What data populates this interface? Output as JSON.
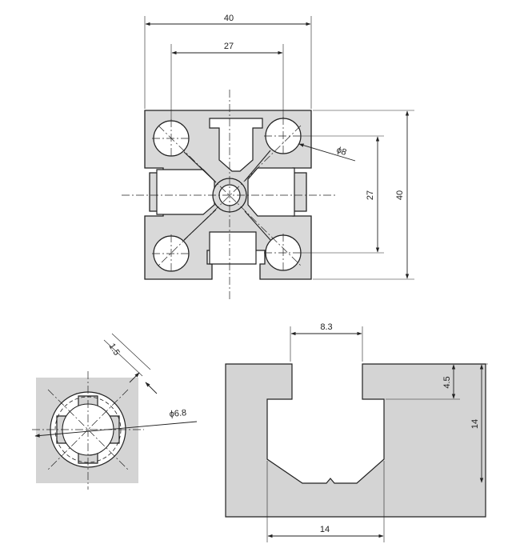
{
  "dimensions": {
    "overall_width": "40",
    "hole_spacing_width": "27",
    "hole_diameter": "ϕ8",
    "hole_spacing_height": "27",
    "overall_height": "40",
    "wall_thickness": "1.5",
    "core_hole_diameter": "ϕ6.8",
    "slot_opening": "8.3",
    "slot_lip_depth": "4.5",
    "slot_depth": "14",
    "slot_inner_width": "14"
  }
}
